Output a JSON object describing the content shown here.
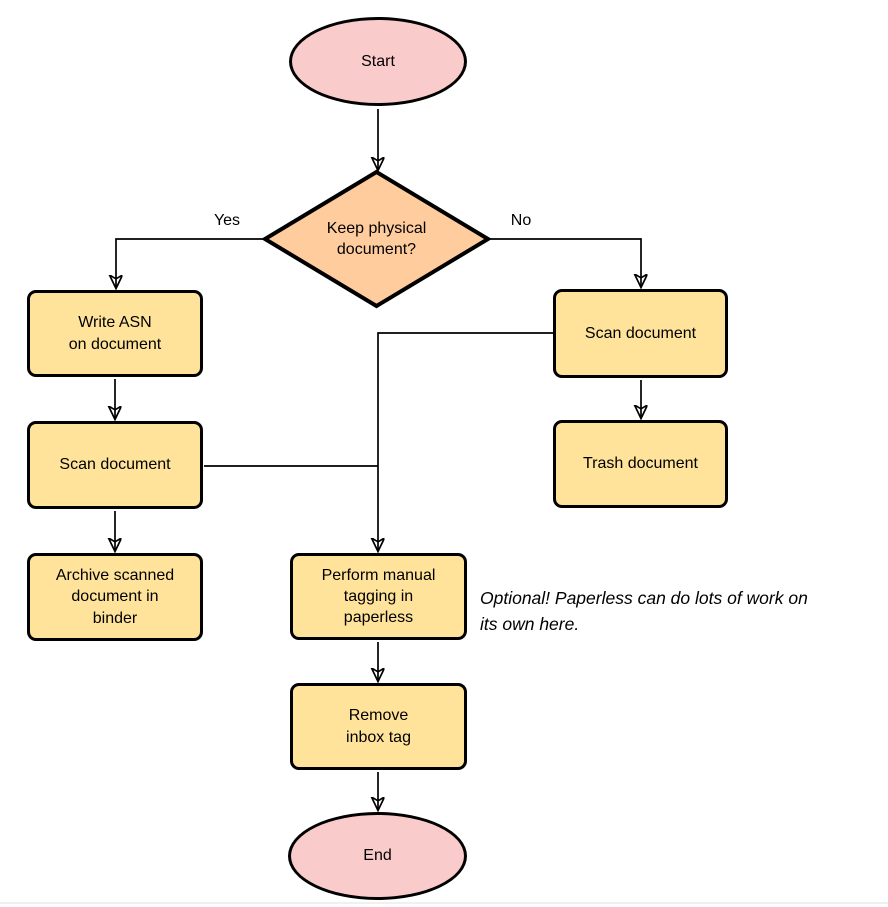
{
  "colors": {
    "terminator_fill": "#F9CCCB",
    "decision_fill": "#FFCC9E",
    "process_fill": "#FFE39B",
    "stroke": "#000000",
    "background": "#FFFFFF"
  },
  "diagram": {
    "nodes": {
      "start": {
        "label": "Start"
      },
      "decision": {
        "label": "Keep physical\ndocument?"
      },
      "write_asn": {
        "label": "Write ASN\non document"
      },
      "scan_left": {
        "label": "Scan document"
      },
      "archive": {
        "label": "Archive scanned\ndocument in\nbinder"
      },
      "scan_right": {
        "label": "Scan document"
      },
      "trash": {
        "label": "Trash document"
      },
      "tagging": {
        "label": "Perform manual\ntagging in\npaperless"
      },
      "remove_tag": {
        "label": "Remove\ninbox tag"
      },
      "end": {
        "label": "End"
      }
    },
    "edge_labels": {
      "yes": "Yes",
      "no": "No"
    },
    "annotation": "Optional! Paperless can do lots of work on\nits own here."
  }
}
